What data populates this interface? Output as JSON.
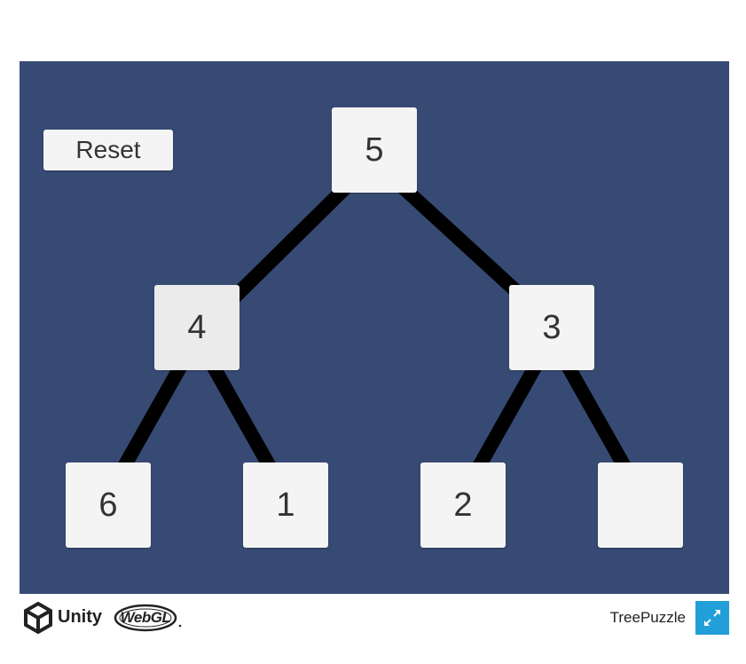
{
  "game": {
    "reset_label": "Reset",
    "root": "5",
    "left": "4",
    "right": "3",
    "left_left": "6",
    "left_right": "1",
    "right_left": "2",
    "right_right": ""
  },
  "footer": {
    "unity_label": "Unity",
    "webgl_label": "WebGL",
    "title": "TreePuzzle",
    "icons": {
      "unity": "unity-logo-icon",
      "webgl": "webgl-logo-icon",
      "fullscreen": "fullscreen-icon"
    }
  },
  "colors": {
    "canvas_bg": "#374a74",
    "tile_bg": "#f4f4f4",
    "edge": "#000000",
    "fullscreen_bg": "#229ed8"
  }
}
